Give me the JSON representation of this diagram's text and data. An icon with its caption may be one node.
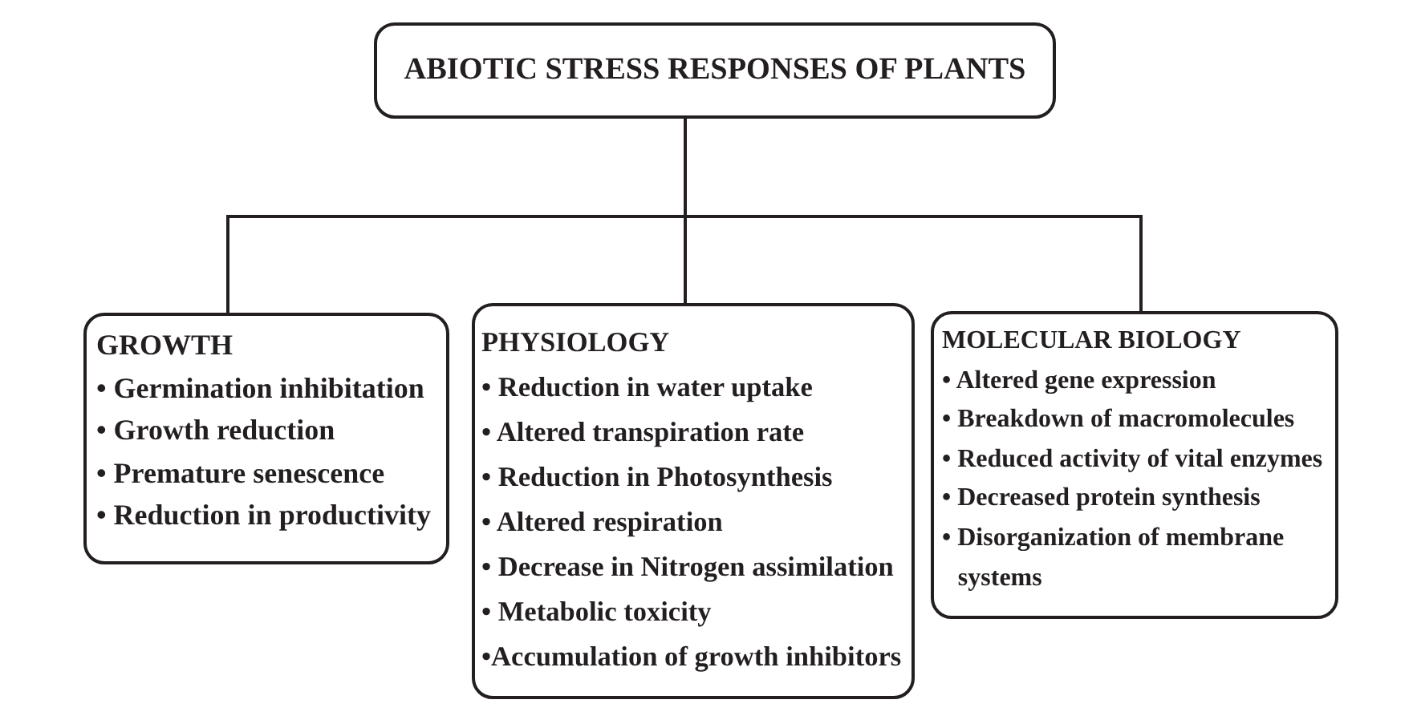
{
  "diagram": {
    "nodes": [
      {
        "text": [
          "ABIOTIC STRESS RESPONSES OF PLANTS"
        ]
      },
      {
        "text": [
          "GROWTH",
          "• Germination inhibitation",
          "• Growth reduction",
          "• Premature senescence",
          "• Reduction in productivity"
        ]
      },
      {
        "text": [
          "PHYSIOLOGY",
          "• Reduction in water uptake",
          "• Altered transpiration rate",
          "• Reduction in Photosynthesis",
          "• Altered respiration",
          "• Decrease in Nitrogen assimilation",
          "• Metabolic toxicity",
          "•Accumulation of growth inhibitors"
        ]
      },
      {
        "text": [
          "MOLECULAR BIOLOGY",
          "• Altered gene expression",
          "• Breakdown of macromolecules",
          "• Reduced activity of vital enzymes",
          "• Decreased protein synthesis",
          "• Disorganization of membrane systems"
        ]
      }
    ],
    "edges": [
      {
        "from": 0,
        "to": 1,
        "arrow": "none"
      },
      {
        "from": 0,
        "to": 2,
        "arrow": "none"
      },
      {
        "from": 0,
        "to": 3,
        "arrow": "none"
      }
    ]
  }
}
